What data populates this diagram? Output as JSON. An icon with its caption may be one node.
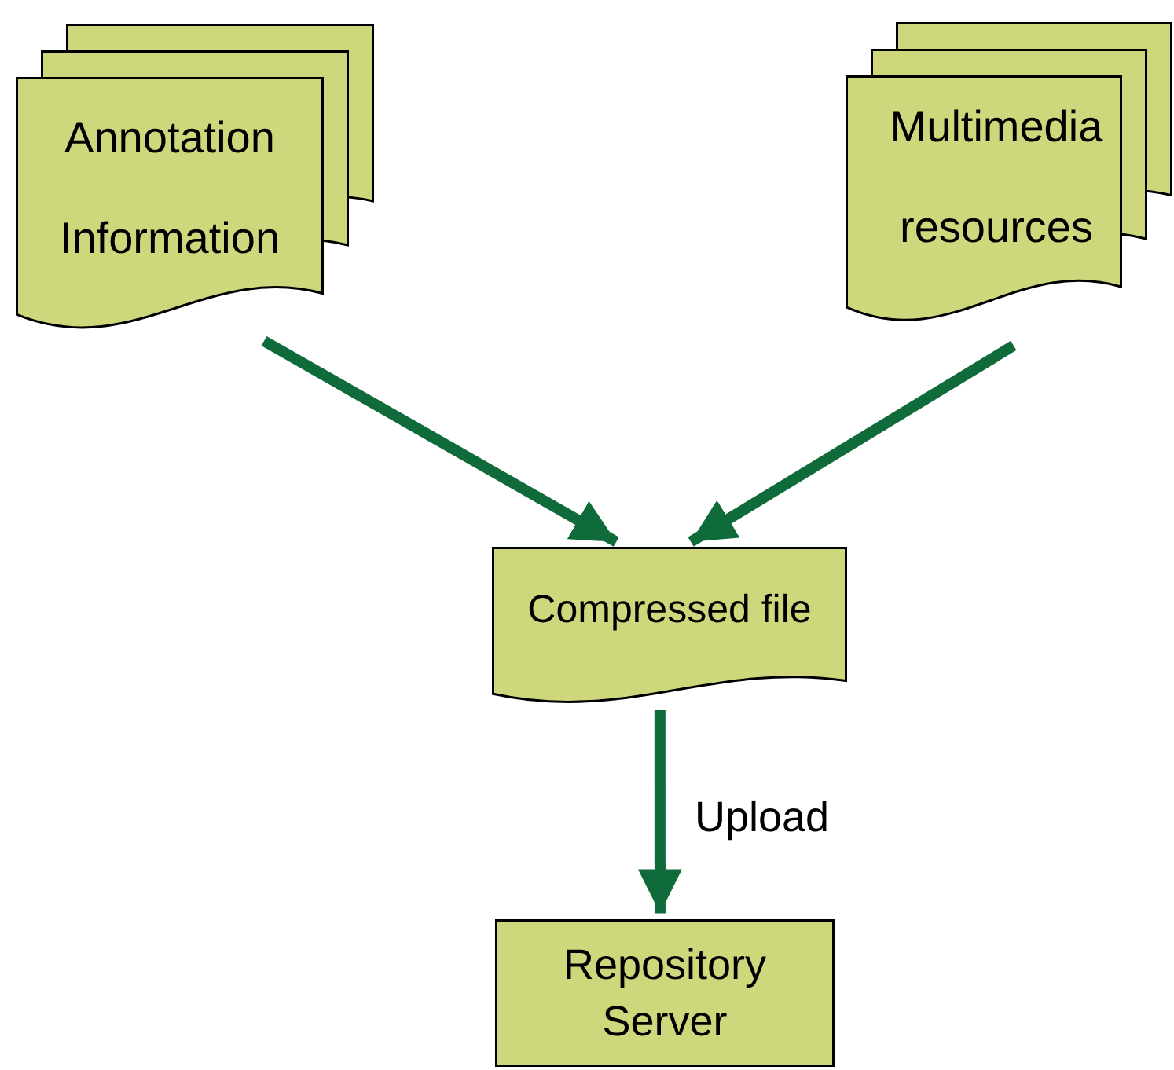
{
  "diagram": {
    "nodes": [
      {
        "text": [
          "Annotation Information"
        ]
      },
      {
        "text": [
          "Multimedia resources"
        ]
      },
      {
        "text": [
          "Compressed file"
        ]
      },
      {
        "text": [
          "Repository Server"
        ]
      }
    ],
    "edges": [
      {
        "from": 0,
        "to": 2,
        "arrow": "to"
      },
      {
        "from": 1,
        "to": 2,
        "arrow": "to"
      },
      {
        "from": 2,
        "to": 3,
        "arrow": "to",
        "label": "Upload"
      }
    ]
  }
}
